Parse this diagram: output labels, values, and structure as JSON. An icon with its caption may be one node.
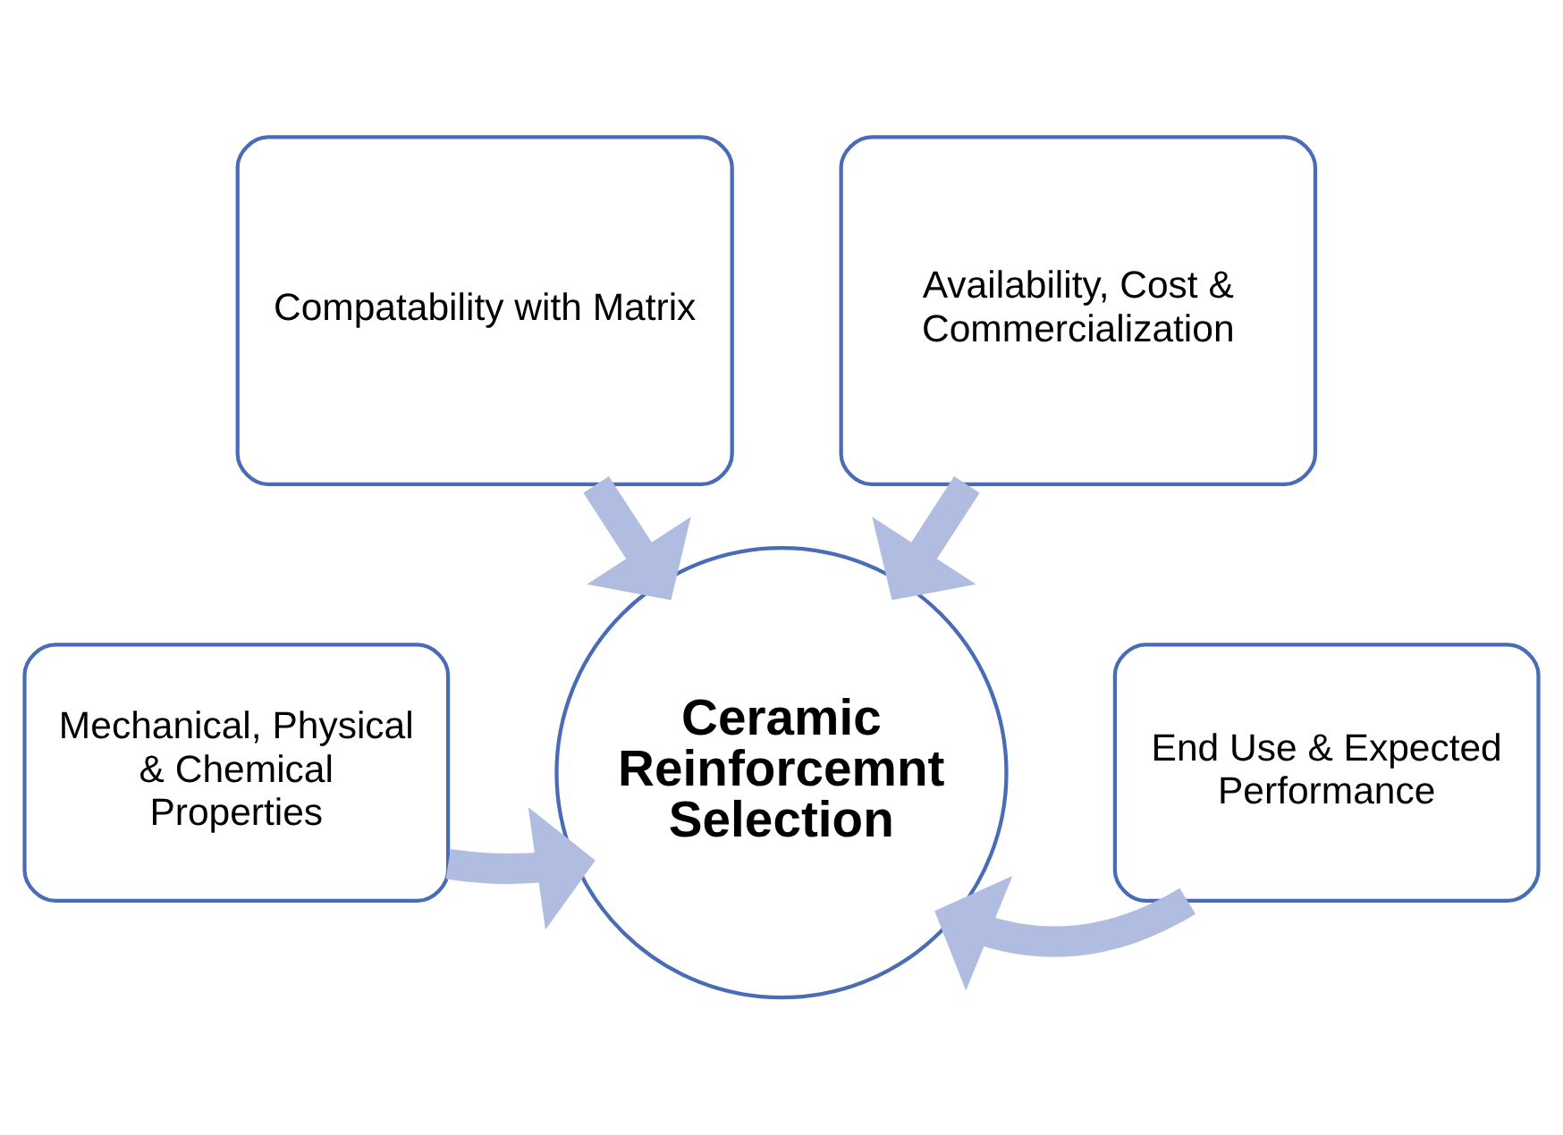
{
  "diagram": {
    "nodes": [
      {
        "text": [
          "Compatability with Matrix"
        ]
      },
      {
        "text": [
          "Availability, Cost & Commercialization"
        ]
      },
      {
        "text": [
          "Mechanical, Physical & Chemical Properties"
        ]
      },
      {
        "text": [
          "End Use & Expected Performance"
        ]
      },
      {
        "text": [
          "Ceramic Reinforcemnt Selection"
        ]
      }
    ],
    "edges": [
      {
        "from": 0,
        "to": 4,
        "arrow": "to"
      },
      {
        "from": 1,
        "to": 4,
        "arrow": "to"
      },
      {
        "from": 2,
        "to": 4,
        "arrow": "to"
      },
      {
        "from": 3,
        "to": 4,
        "arrow": "to"
      }
    ]
  }
}
